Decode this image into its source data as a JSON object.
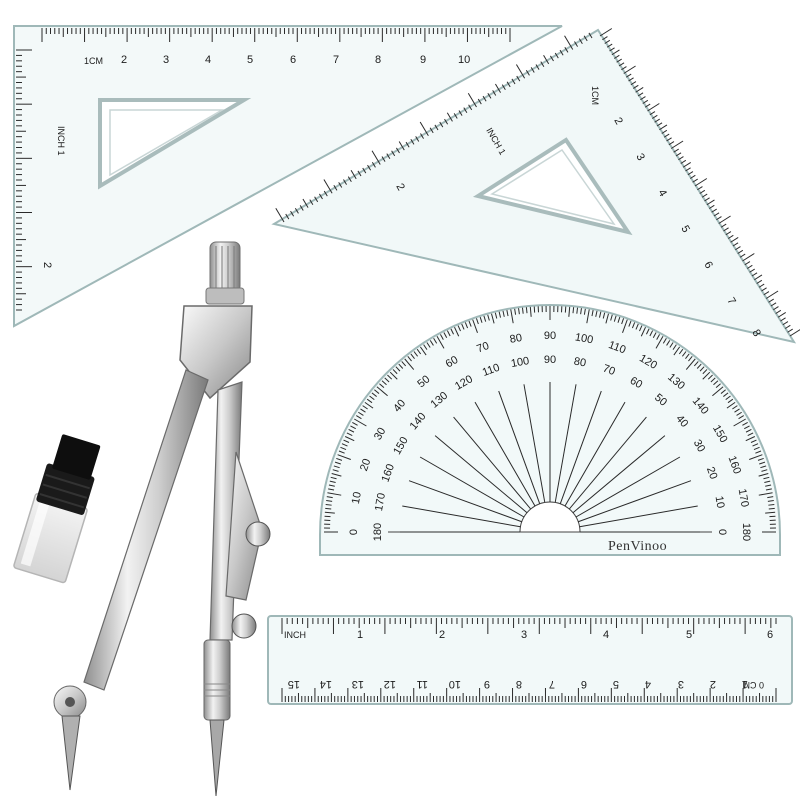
{
  "set_square_large": {
    "cm_labels": [
      "1CM",
      "2",
      "3",
      "4",
      "5",
      "6",
      "7",
      "8",
      "9",
      "10"
    ],
    "inch_labels": [
      "INCH 1",
      "2"
    ]
  },
  "set_square_small": {
    "cm_labels": [
      "1CM",
      "2",
      "3",
      "4",
      "5",
      "6",
      "7",
      "8"
    ],
    "inch_labels": [
      "INCH 1",
      "2"
    ]
  },
  "protractor": {
    "brand": "PenVinoo",
    "outer_labels": [
      "0",
      "10",
      "20",
      "30",
      "40",
      "50",
      "60",
      "70",
      "80",
      "90",
      "100",
      "110",
      "120",
      "130",
      "140",
      "150",
      "160",
      "170",
      "180"
    ],
    "inner_labels": [
      "180",
      "170",
      "160",
      "150",
      "140",
      "130",
      "120",
      "110",
      "100",
      "90",
      "80",
      "70",
      "60",
      "50",
      "40",
      "30",
      "20",
      "10",
      "0"
    ]
  },
  "ruler": {
    "inch_labels": [
      "INCH",
      "1",
      "2",
      "3",
      "4",
      "5",
      "6"
    ],
    "cm_labels": [
      "0 CM",
      "1",
      "2",
      "3",
      "4",
      "5",
      "6",
      "7",
      "8",
      "9",
      "10",
      "11",
      "12",
      "13",
      "14",
      "15"
    ]
  },
  "colors": {
    "acrylic": "#eef6f6",
    "acrylic_edge": "#9fb8b8",
    "metal_light": "#e6e6e6",
    "metal_dark": "#8a8a8a",
    "lead_case": "#1a1a1a"
  }
}
